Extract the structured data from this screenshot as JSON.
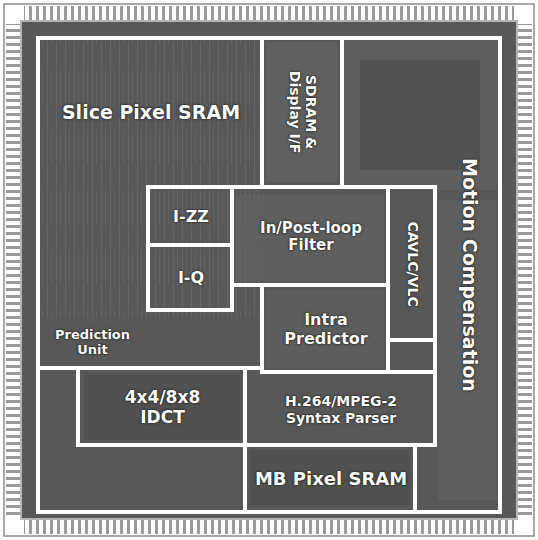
{
  "diagram": {
    "nodes": [
      {
        "text": [
          "Slice Pixel SRAM"
        ]
      },
      {
        "text": [
          "SDRAM & Display I/F"
        ]
      },
      {
        "text": [
          "Motion Compensation"
        ]
      },
      {
        "text": [
          "I-ZZ"
        ]
      },
      {
        "text": [
          "In/Post-loop Filter"
        ]
      },
      {
        "text": [
          "CAVLC/VLC"
        ]
      },
      {
        "text": [
          "I-Q"
        ]
      },
      {
        "text": [
          "Intra Predictor"
        ]
      },
      {
        "text": [
          "Prediction Unit"
        ]
      },
      {
        "text": [
          "4x4/8x8 IDCT"
        ]
      },
      {
        "text": [
          "H.264/MPEG-2 Syntax Parser"
        ]
      },
      {
        "text": [
          "MB Pixel SRAM"
        ]
      }
    ]
  }
}
